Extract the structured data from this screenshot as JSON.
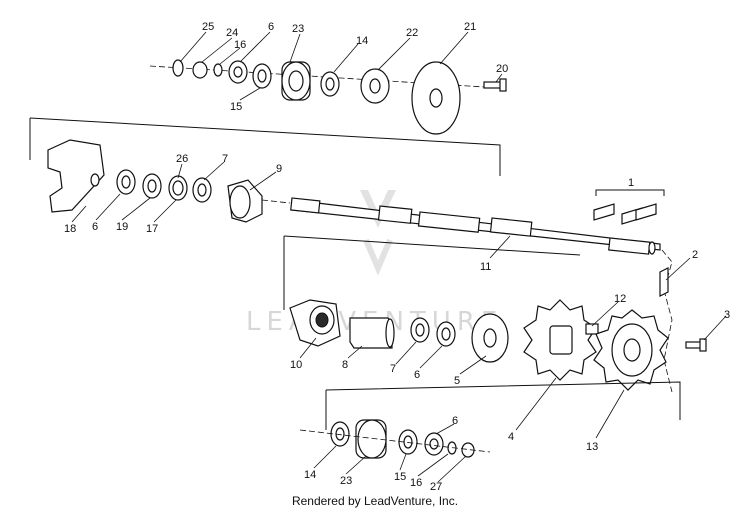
{
  "watermark": "LEADVENTURE",
  "footer": "Rendered by LeadVenture, Inc.",
  "callouts": [
    {
      "id": "c25a",
      "text": "25"
    },
    {
      "id": "c24a",
      "text": "24"
    },
    {
      "id": "c16a",
      "text": "16"
    },
    {
      "id": "c6a",
      "text": "6"
    },
    {
      "id": "c23a",
      "text": "23"
    },
    {
      "id": "c14a",
      "text": "14"
    },
    {
      "id": "c22",
      "text": "22"
    },
    {
      "id": "c21",
      "text": "21"
    },
    {
      "id": "c20",
      "text": "20"
    },
    {
      "id": "c15a",
      "text": "15"
    },
    {
      "id": "c26",
      "text": "26"
    },
    {
      "id": "c7a",
      "text": "7"
    },
    {
      "id": "c9",
      "text": "9"
    },
    {
      "id": "c18",
      "text": "18"
    },
    {
      "id": "c6b",
      "text": "6"
    },
    {
      "id": "c19",
      "text": "19"
    },
    {
      "id": "c17",
      "text": "17"
    },
    {
      "id": "c1",
      "text": "1"
    },
    {
      "id": "c2",
      "text": "2"
    },
    {
      "id": "c11",
      "text": "11"
    },
    {
      "id": "c12",
      "text": "12"
    },
    {
      "id": "c3",
      "text": "3"
    },
    {
      "id": "c10",
      "text": "10"
    },
    {
      "id": "c8",
      "text": "8"
    },
    {
      "id": "c7b",
      "text": "7"
    },
    {
      "id": "c6c",
      "text": "6"
    },
    {
      "id": "c5",
      "text": "5"
    },
    {
      "id": "c4",
      "text": "4"
    },
    {
      "id": "c13",
      "text": "13"
    },
    {
      "id": "c6d",
      "text": "6"
    },
    {
      "id": "c14b",
      "text": "14"
    },
    {
      "id": "c23b",
      "text": "23"
    },
    {
      "id": "c15b",
      "text": "15"
    },
    {
      "id": "c16b",
      "text": "16"
    },
    {
      "id": "c27",
      "text": "27"
    }
  ]
}
